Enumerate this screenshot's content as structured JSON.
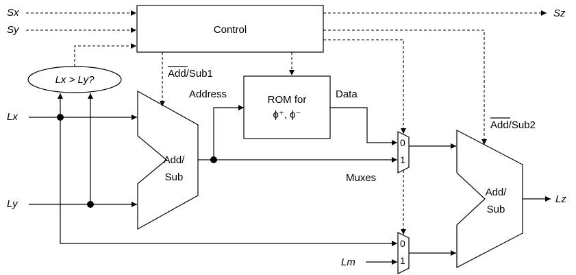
{
  "inputs": {
    "sx": "Sx",
    "sy": "Sy",
    "lx": "Lx",
    "ly": "Ly",
    "lm": "Lm"
  },
  "outputs": {
    "sz": "Sz",
    "lz": "Lz"
  },
  "blocks": {
    "control": "Control",
    "compare": "Lx > Ly?",
    "adder1_line1": "Add/",
    "adder1_line2": "Sub",
    "adder2_line1": "Add/",
    "adder2_line2": "Sub",
    "rom_line1": "ROM for",
    "rom_line2": "ϕ⁺, ϕ⁻"
  },
  "signals": {
    "addsub1_over": "Add",
    "addsub1_rest": "/Sub1",
    "addsub2_over": "Add",
    "addsub2_rest": "/Sub2",
    "address": "Address",
    "data": "Data",
    "muxes": "Muxes",
    "mux_in0": "0",
    "mux_in1": "1"
  }
}
